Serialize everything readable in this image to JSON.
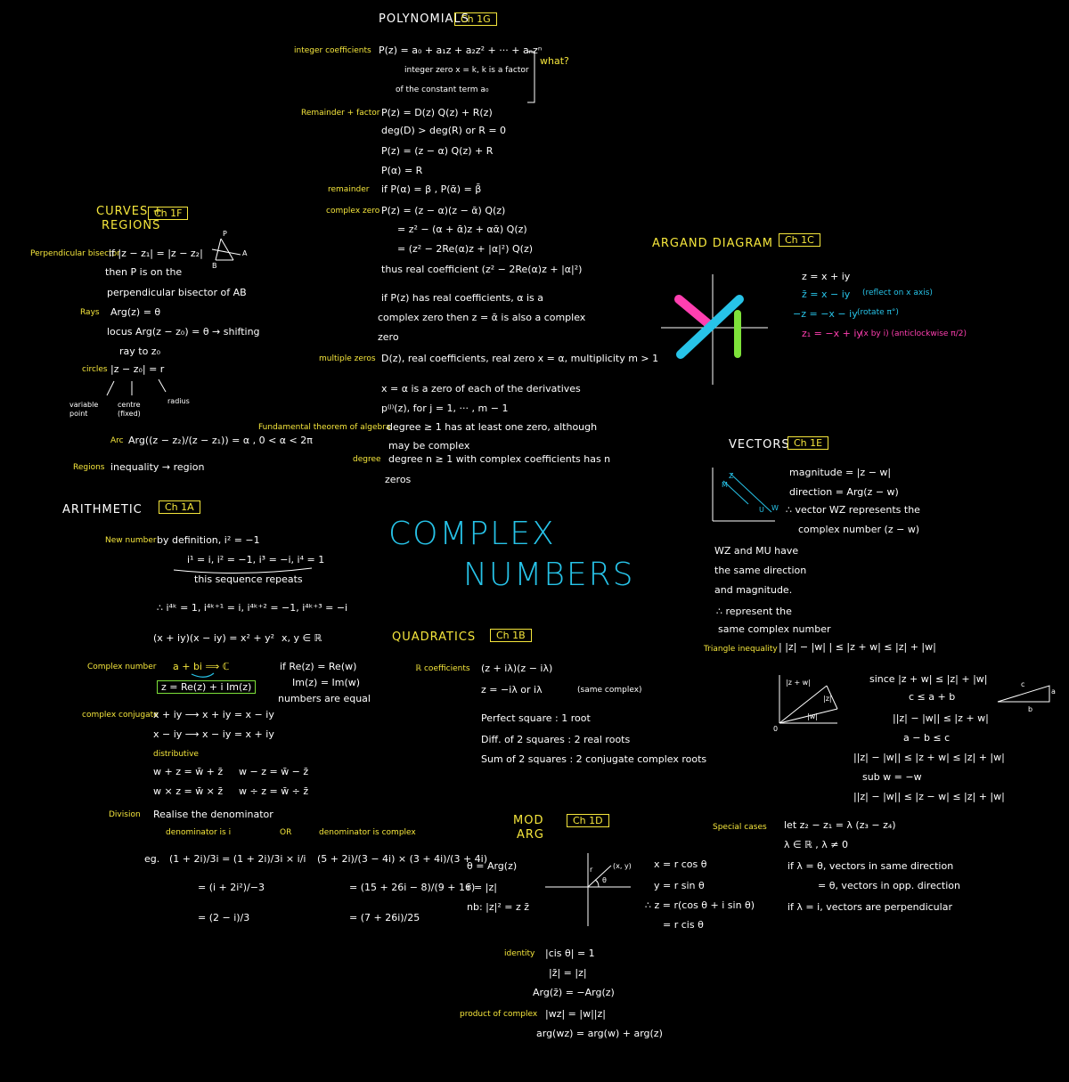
{
  "colors": {
    "background": "#000000",
    "heading": "#f5e63c",
    "text": "#ffffff",
    "cyan": "#27c3e8",
    "pink": "#ff3fb0",
    "green": "#7ee23a"
  },
  "title": {
    "line1": "COMPLEX",
    "line2": "NUMBERS"
  },
  "polynomials": {
    "heading": "POLYNOMIALS",
    "chapter": "Ch 1G",
    "integer_label": "integer coefficients",
    "integer_expr": "P(z) = a₀ + a₁z + a₂z² + ··· + aₙzⁿ",
    "integer_note1": "integer zero x = k,  k is a factor",
    "integer_note2": "of the constant term a₀",
    "what": "what?",
    "remainder_factor_label": "Remainder + factor",
    "rf1": "P(z) = D(z) Q(z) + R(z)",
    "rf2": "deg(D) > deg(R)     or     R = 0",
    "rf3": "P(z) = (z − α) Q(z) + R",
    "rf4": "P(α) = R",
    "remainder_label": "remainder",
    "rem_expr": "if P(α) = β ,  P(ᾱ) = β̄",
    "complex_zero_label": "complex zero",
    "cz1": "P(z) = (z − α)(z − ᾱ) Q(z)",
    "cz2": "= z² − (α + ᾱ)z + αᾱ) Q(z)",
    "cz3": "= (z² − 2Re(α)z + |α|²) Q(z)",
    "cz4": "thus real coefficient (z² − 2Re(α)z + |α|²)",
    "cz5": "if P(z) has real coefficients, α is a",
    "cz6": "complex zero then z = ᾱ is also a complex",
    "cz7": "zero",
    "multiple_label": "multiple zeros",
    "mz1": "D(z), real coefficients, real zero x = α, multiplicity m > 1",
    "mz2": "x = α is a zero of each of the derivatives",
    "mz3": "p⁽ʲ⁾(z), for j = 1, ··· , m − 1",
    "fund_label": "Fundamental theorem of algebra",
    "fund1": "degree ≥ 1   has   at least   one zero, although",
    "fund2": "may be complex",
    "degree_label": "degree",
    "deg1": "degree n ≥ 1 with complex coefficients has n",
    "deg2": "zeros"
  },
  "curves": {
    "heading1": "CURVES +",
    "heading2": "REGIONS",
    "chapter": "Ch 1F",
    "perp_label": "Perpendicular bisector",
    "perp1": "if |z − z₁| = |z − z₂|",
    "perp2": "then P is on the",
    "perp3": "perpendicular bisector of AB",
    "rays_label": "Rays",
    "rays1": "Arg(z) = θ",
    "rays2": "locus Arg(z − z₀) = θ → shifting",
    "rays3": "ray to z₀",
    "circles_label": "circles",
    "circ1": "|z − z₀| = r",
    "variable_point": "variable point",
    "centre_fixed": "centre (fixed)",
    "radius": "radius",
    "arc_label": "Arc",
    "arc_expr": "Arg((z − z₂)/(z − z₁)) = α ,  0 < α < 2π",
    "regions_label": "Regions",
    "regions1": "inequality → region",
    "tri_labels": {
      "p": "P",
      "a": "A",
      "b": "B"
    }
  },
  "arithmetic": {
    "heading": "ARITHMETIC",
    "chapter": "Ch 1A",
    "new_label": "New number",
    "def1": "by definition, i² = −1",
    "def2": "i¹ = i,  i² = −1,  i³ = −i,  i⁴ = 1",
    "def3": "this sequence repeats",
    "def4": "∴ i⁴ᵏ = 1,  i⁴ᵏ⁺¹ = i,  i⁴ᵏ⁺² = −1,  i⁴ᵏ⁺³ = −i",
    "def5": "(x + iy)(x − iy) = x² + y²",
    "def6": "x, y ∈ ℝ",
    "complex_label": "Complex number",
    "cn1": "a + bi ⟹ ℂ",
    "cn2": "z = Re(z) + i Im(z)",
    "cn3": "if Re(z) = Re(w)",
    "cn4": "Im(z) = Im(w)",
    "cn5": "numbers are equal",
    "conj_label": "complex conjugate",
    "cj1": "x + iy ⟶ x + iy = x − iy",
    "cj2": "x − iy ⟶ x − iy = x + iy",
    "dist_label": "distributive",
    "dist1": "w + z = w̄ + z̄",
    "dist2": "w − z = w̄ − z̄",
    "dist3": "w × z = w̄ × z̄",
    "dist4": "w ÷ z = w̄ ÷ z̄",
    "division_label": "Division",
    "div1": "Realise the denominator",
    "div2": "denominator is i",
    "or": "OR",
    "div3": "denominator is complex",
    "eg": "eg.",
    "ex1a": "(1 + 2i)/3i = (1 + 2i)/3i × i/i",
    "ex1b": "= (i + 2i²)/−3",
    "ex1c": "= (2 − i)/3",
    "ex2a": "(5 + 2i)/(3 − 4i) × (3 + 4i)/(3 + 4i)",
    "ex2b": "= (15 + 26i − 8)/(9 + 16)",
    "ex2c": "= (7 + 26i)/25"
  },
  "quadratics": {
    "heading": "QUADRATICS",
    "chapter": "Ch 1B",
    "label": "ℝ coefficients",
    "q1": "(z + iλ)(z − iλ)",
    "q2": "z = −iλ  or  iλ",
    "q3": "(same complex)",
    "q4": "Perfect square :  1 root",
    "q5": "Diff. of 2 squares :  2 real roots",
    "q6": "Sum of 2 squares :  2 conjugate complex roots"
  },
  "argand": {
    "heading": "ARGAND DIAGRAM",
    "chapter": "Ch 1C",
    "a1": "z = x + iy",
    "a2": "z̄ = x − iy",
    "a2n": "(reflect on x axis)",
    "a3": "−z = −x − iy",
    "a3n": "(rotate π°)",
    "a4": "z₁ = −x + iy",
    "a4n": "(x by i)  (anticlockwise π/2)"
  },
  "vectors": {
    "heading": "VECTORS",
    "chapter": "Ch 1E",
    "v1": "magnitude = |z − w|",
    "v2": "direction = Arg(z − w)",
    "v3": "∴ vector WZ represents the",
    "v4": "complex number (z − w)",
    "v5": "WZ and MU have",
    "v6": "the same direction",
    "v7": "and magnitude.",
    "v8": "∴ represent the",
    "v9": "same complex number",
    "tri_label": "Triangle inequality",
    "tri1": "| |z| − |w| | ≤ |z + w| ≤ |z| + |w|",
    "tri2": "since |z + w| ≤ |z| + |w|",
    "tri3": "c ≤ a + b",
    "tri4": "||z| − |w|| ≤ |z + w|",
    "tri5": "a − b ≤ c",
    "tri6": "||z| − |w|| ≤ |z + w| ≤ |z| + |w|",
    "tri7": "sub w = −w",
    "tri8": "||z| − |w|| ≤ |z − w| ≤ |z| + |w|",
    "special_label": "Special cases",
    "sp1": "let z₂ − z₁ = λ (z₃ − z₄)",
    "sp2": "λ ∈ ℝ , λ ≠ 0",
    "sp3": "if λ = θ, vectors in same direction",
    "sp4": "= θ, vectors in opp. direction",
    "sp5": "if λ = i, vectors are perpendicular",
    "diag_labels": {
      "z": "Z",
      "m": "M",
      "u": "U",
      "w": "W",
      "zw": "|z + w|",
      "z_abs": "|z|",
      "w_abs": "|w|",
      "o": "0",
      "c": "c",
      "a": "a",
      "b": "b"
    }
  },
  "modarg": {
    "heading1": "MOD",
    "heading2": "ARG",
    "chapter": "Ch 1D",
    "m1": "θ = Arg(z)",
    "m2": "r = |z|",
    "m3": "nb: |z|² = z z̄",
    "m4": "x = r cos θ",
    "m5": "y = r sin θ",
    "m6": "∴ z = r(cos θ + i sin θ)",
    "m7": "= r cis θ",
    "point": "(x, y)",
    "r": "r",
    "theta": "θ",
    "identity_label": "identity",
    "id1": "|cis θ| = 1",
    "id2": "|z̄| = |z|",
    "id3": "Arg(z̄) = −Arg(z)",
    "product_label": "product of complex",
    "pr1": "|wz| = |w||z|",
    "pr2": "arg(wz) = arg(w) + arg(z)"
  }
}
